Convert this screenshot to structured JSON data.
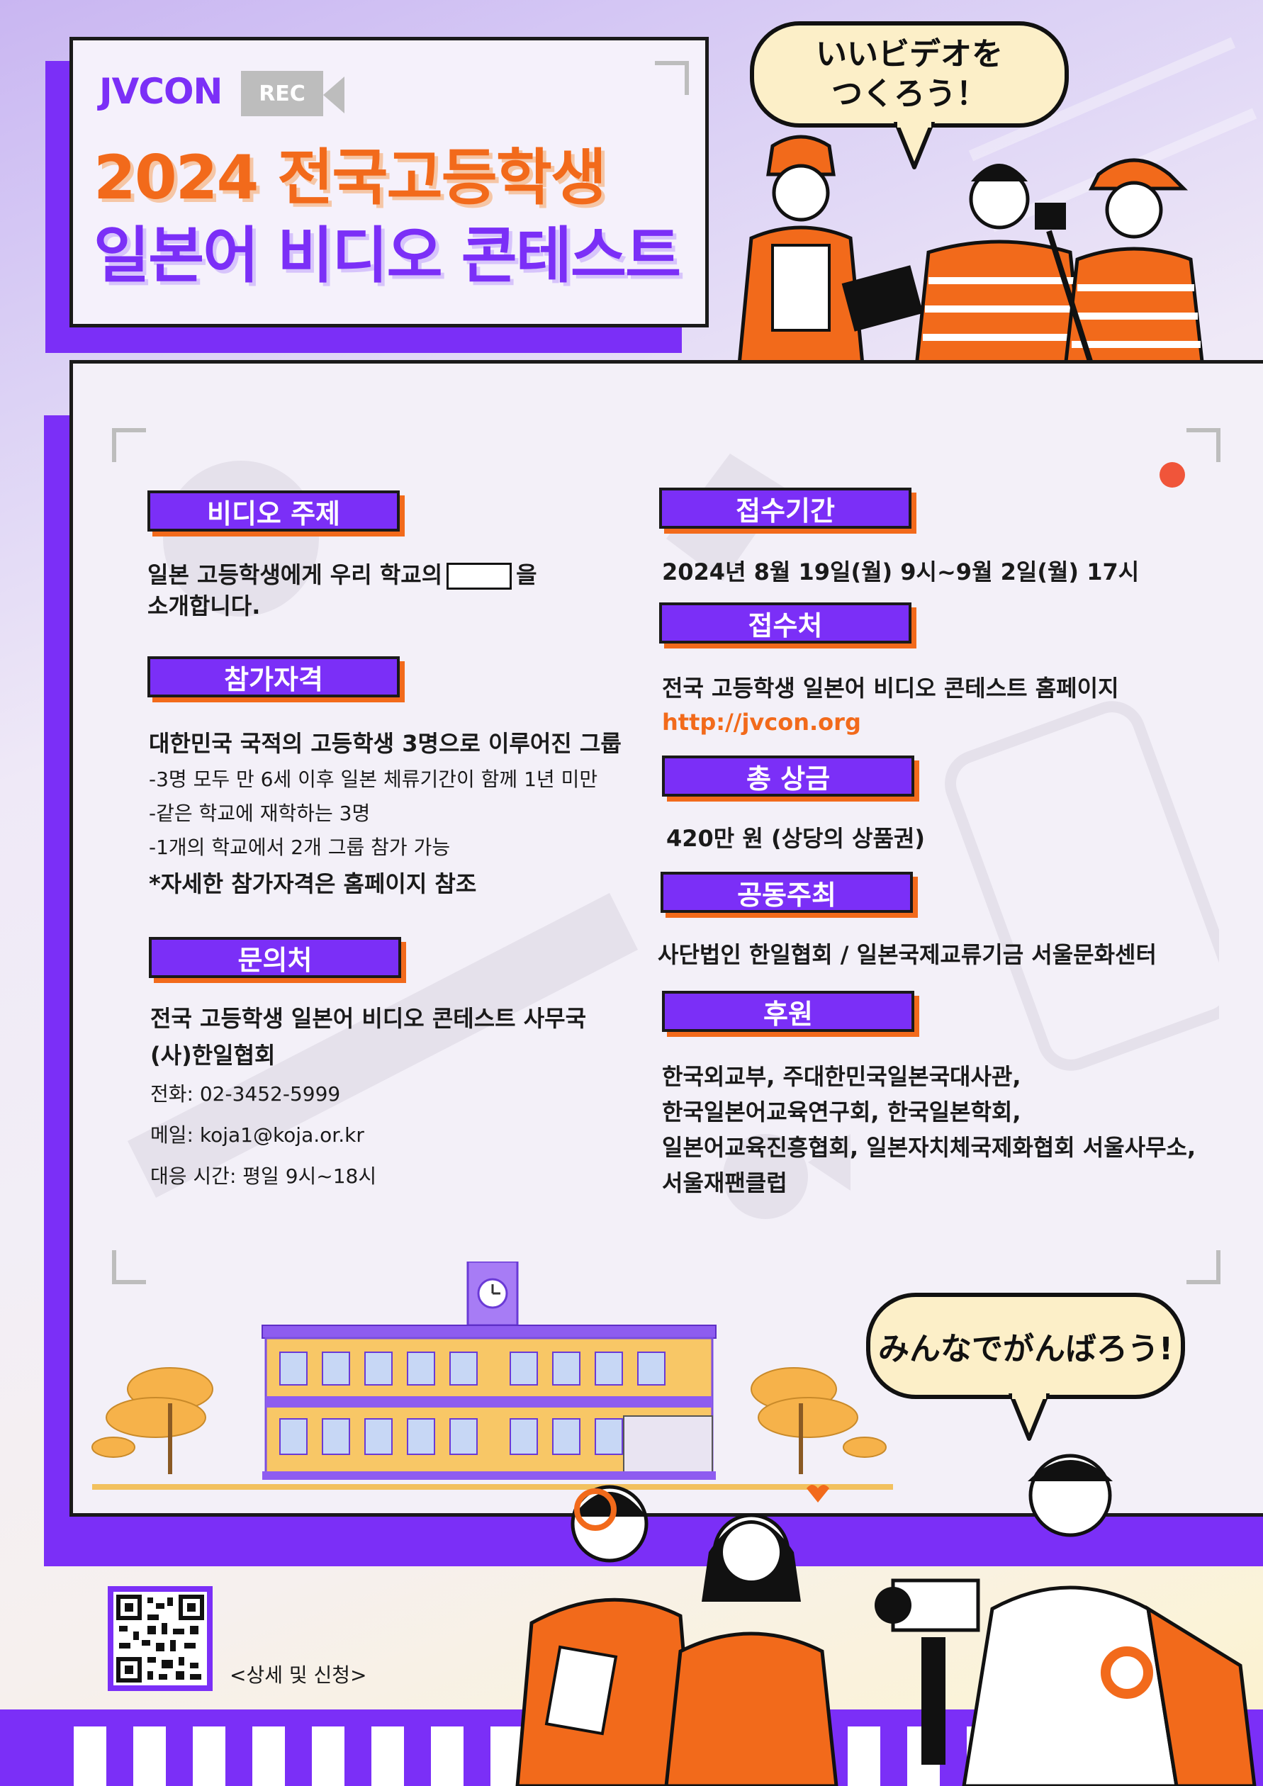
{
  "header": {
    "brand": "JVCON",
    "rec_label": "REC",
    "title_line1": "2024 전국고등학생",
    "title_line2": "일본어 비디오 콘테스트"
  },
  "bubbles": {
    "top": [
      "いいビデオを",
      "つくろう！"
    ],
    "bottom": "みんなでがんばろう!"
  },
  "left": {
    "theme": {
      "label": "비디오 주제",
      "line1_before": "일본 고등학생에게 우리 학교의",
      "line1_after": "을",
      "line2": "소개합니다."
    },
    "eligibility": {
      "label": "참가자격",
      "main": "대한민국 국적의 고등학생 3명으로 이루어진 그룹",
      "items": [
        "-3명 모두 만 6세 이후 일본 체류기간이 함께 1년 미만",
        "-같은 학교에 재학하는 3명",
        "-1개의 학교에서 2개 그룹 참가 가능"
      ],
      "note": "*자세한 참가자격은 홈페이지 참조"
    },
    "contact": {
      "label": "문의처",
      "org1": "전국 고등학생 일본어 비디오 콘테스트 사무국",
      "org2": "(사)한일협회",
      "phone": "전화: 02-3452-5999",
      "email": "메일: koja1@koja.or.kr",
      "hours": "대응 시간: 평일 9시~18시"
    }
  },
  "right": {
    "period": {
      "label": "접수기간",
      "value": "2024년 8월 19일(월) 9시~9월 2일(월) 17시"
    },
    "place": {
      "label": "접수처",
      "value": "전국 고등학생 일본어 비디오 콘테스트 홈페이지",
      "url": "http://jvcon.org"
    },
    "prize": {
      "label": "총 상금",
      "value": "420만 원 (상당의 상품권)"
    },
    "hosts": {
      "label": "공동주최",
      "value": "사단법인 한일협회 / 일본국제교류기금 서울문화센터"
    },
    "sponsors": {
      "label": "후원",
      "lines": [
        "한국외교부, 주대한민국일본국대사관,",
        "한국일본어교육연구회, 한국일본학회,",
        "일본어교육진흥협회, 일본자치체국제화협회 서울사무소,",
        "서울재팬클럽"
      ]
    }
  },
  "footer": {
    "qr_caption": "<상세 및 신청>"
  },
  "colors": {
    "purple": "#7b2ff7",
    "orange": "#f26a1b",
    "cream": "#fcefc8",
    "ink": "#1a1a1a"
  }
}
